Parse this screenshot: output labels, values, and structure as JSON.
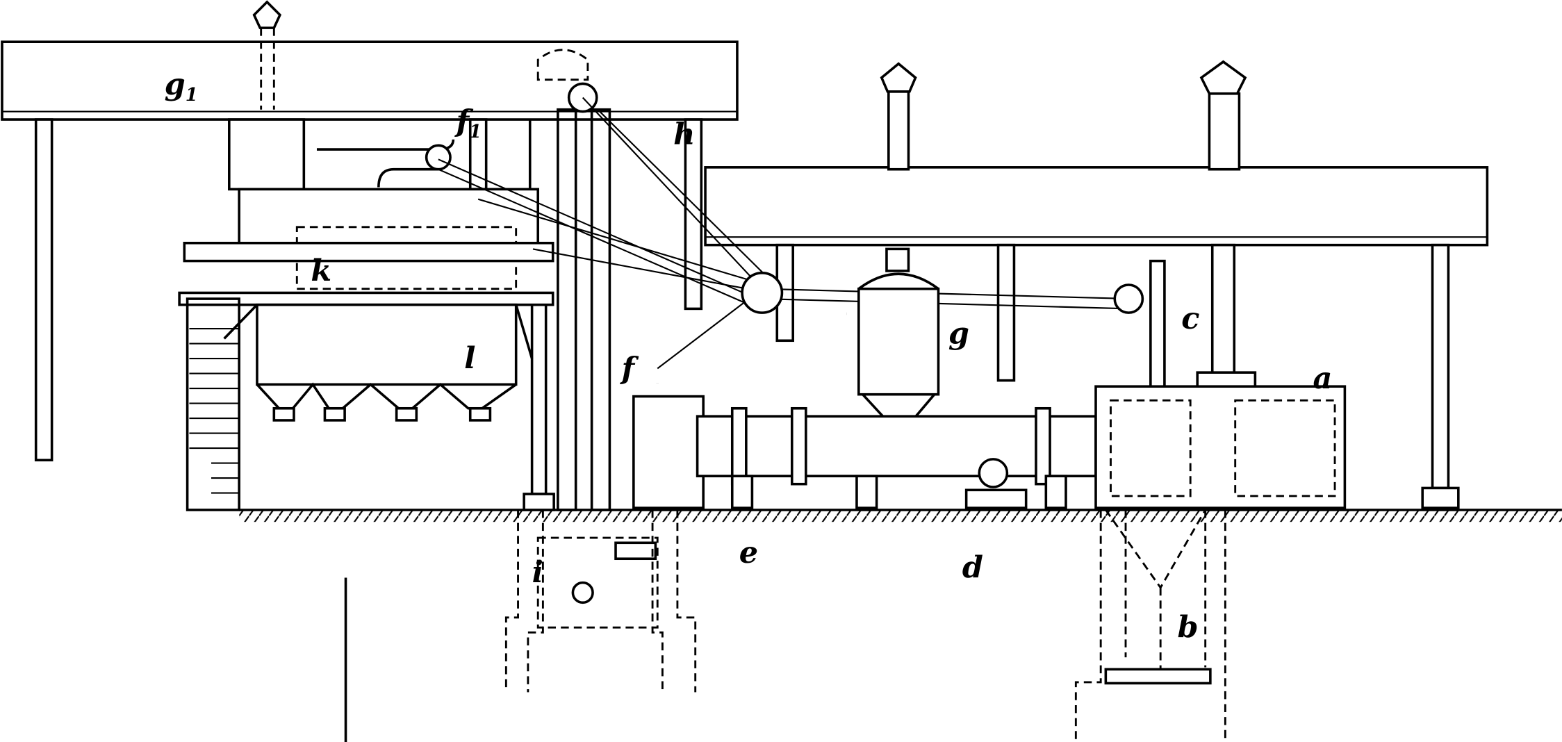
{
  "diagram": {
    "labels": {
      "g1": "g",
      "g1_sub": "1",
      "f1": "f",
      "f1_sub": "1",
      "h": "h",
      "k": "k",
      "l": "l",
      "g": "g",
      "c": "c",
      "a": "a",
      "f": "f",
      "e": "e",
      "d": "d",
      "i": "i",
      "b": "b"
    }
  }
}
